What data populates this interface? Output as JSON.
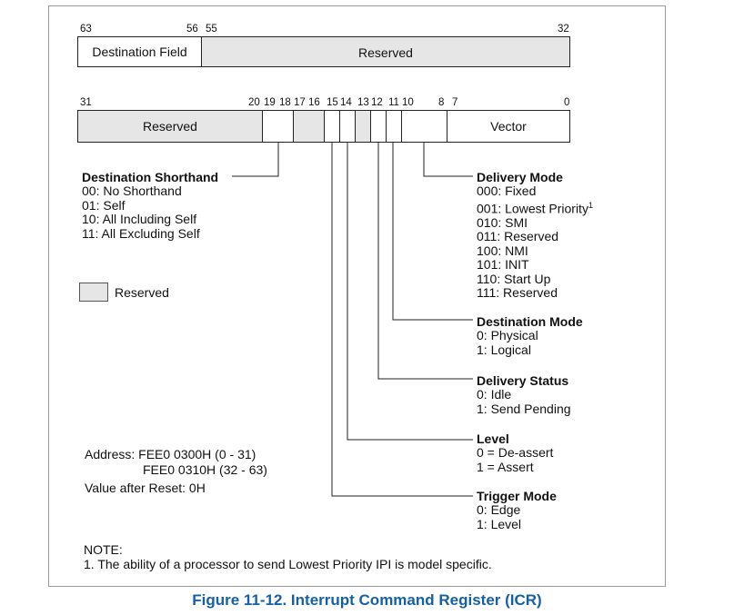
{
  "high_register": {
    "bits": {
      "b63": "63",
      "b56": "56",
      "b55": "55",
      "b32": "32"
    },
    "fields": [
      {
        "label": "Destination Field"
      },
      {
        "label": "Reserved"
      }
    ]
  },
  "low_register": {
    "bits": {
      "b31": "31",
      "b20": "20",
      "b19": "19",
      "b18": "18",
      "b17": "17",
      "b16": "16",
      "b15": "15",
      "b14": "14",
      "b13": "13",
      "b12": "12",
      "b11": "11",
      "b10": "10",
      "b8": "8",
      "b7": "7",
      "b0": "0"
    },
    "fields": [
      {
        "label": "Reserved"
      },
      {
        "label": "Vector"
      }
    ]
  },
  "destination_shorthand": {
    "title": "Destination Shorthand",
    "items": [
      "00: No Shorthand",
      "01: Self",
      "10: All Including Self",
      "11: All Excluding Self"
    ]
  },
  "legend": {
    "label": "Reserved"
  },
  "delivery_mode": {
    "title": "Delivery Mode",
    "items": [
      "000: Fixed",
      "001: Lowest Priority",
      "010: SMI",
      "011: Reserved",
      "100: NMI",
      "101: INIT",
      "110: Start Up",
      "111: Reserved"
    ],
    "footnote_mark": "1"
  },
  "destination_mode": {
    "title": "Destination Mode",
    "items": [
      "0: Physical",
      "1: Logical"
    ]
  },
  "delivery_status": {
    "title": "Delivery Status",
    "items": [
      "0: Idle",
      "1: Send Pending"
    ]
  },
  "level": {
    "title": "Level",
    "items": [
      "0 = De-assert",
      "1 = Assert"
    ]
  },
  "trigger_mode": {
    "title": "Trigger Mode",
    "items": [
      "0: Edge",
      "1: Level"
    ]
  },
  "address": {
    "line1": "Address: FEE0 0300H (0 - 31)",
    "line2": "FEE0 0310H (32 - 63)",
    "reset": "Value after Reset: 0H"
  },
  "note": {
    "title": "NOTE:",
    "text": "1. The ability of a processor to send Lowest Priority IPI is model specific."
  },
  "caption": "Figure 11-12.  Interrupt Command Register (ICR)",
  "colors": {
    "caption": "#1560a8",
    "reserved_fill": "#e6e6e6",
    "border": "#222222"
  }
}
